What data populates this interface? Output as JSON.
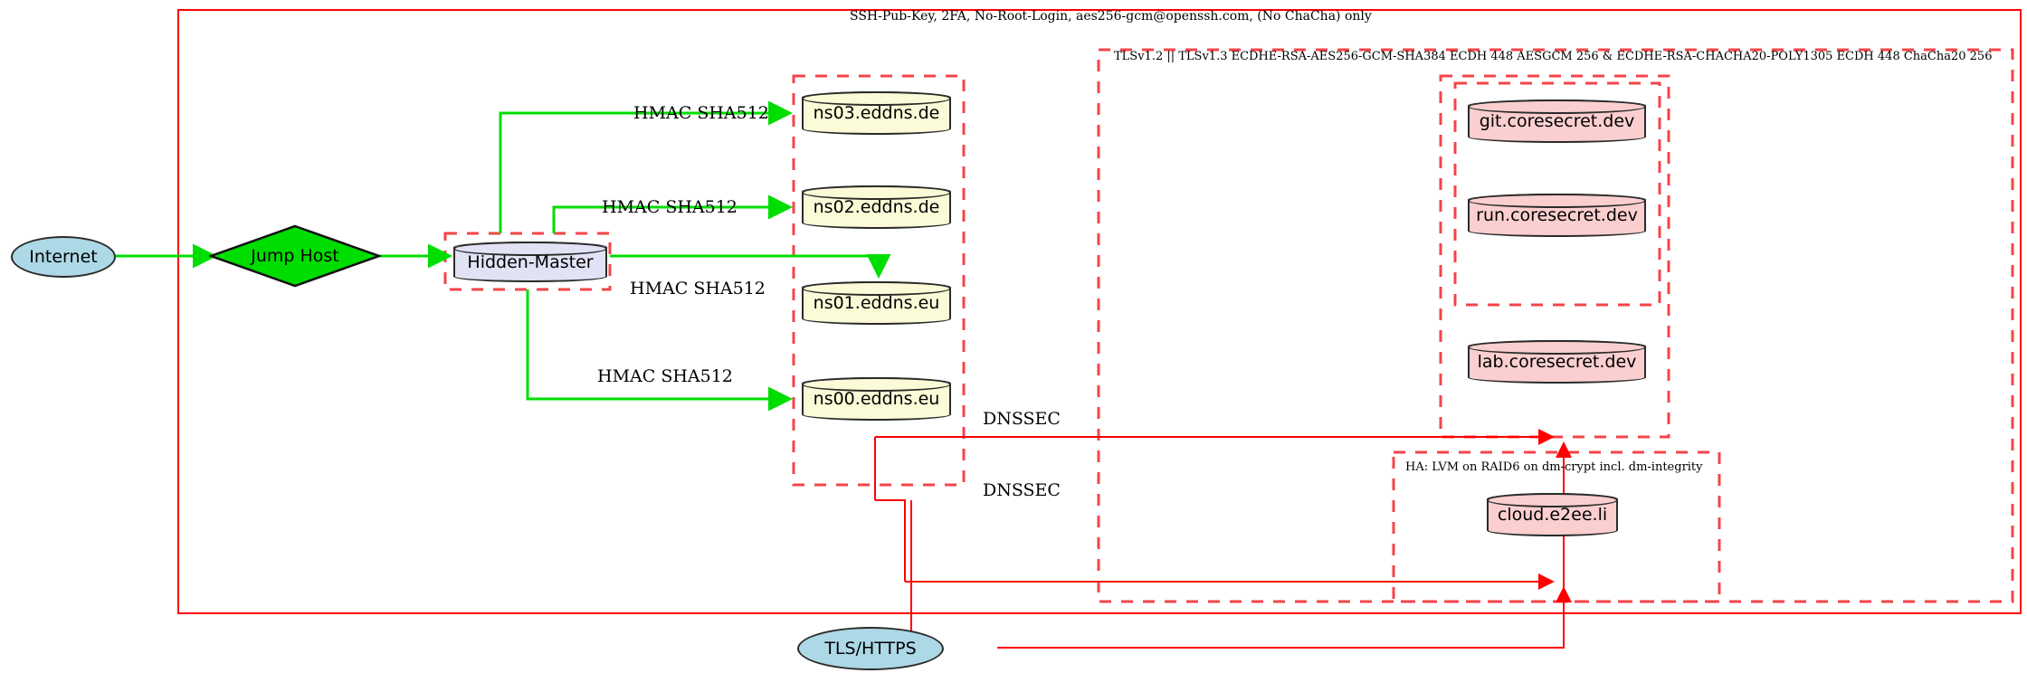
{
  "diagram": {
    "title_top": "SSH-Pub-Key, 2FA, No-Root-Login, aes256-gcm@openssh.com, (No ChaCha) only",
    "tls_label": "TLSv1.2 || TLSv1.3 ECDHE-RSA-AES256-GCM-SHA384 ECDH 448 AESGCM 256 & ECDHE-RSA-CHACHA20-POLY1305 ECDH 448 ChaCha20 256",
    "ha_label": "HA: LVM on RAID6 on dm-crypt incl. dm-integrity"
  },
  "nodes": {
    "internet": "Internet",
    "jump_host": "Jump Host",
    "hidden_master": "Hidden-Master",
    "tls_https": "TLS/HTTPS",
    "dns": [
      "ns03.eddns.de",
      "ns02.eddns.de",
      "ns01.eddns.eu",
      "ns00.eddns.eu"
    ],
    "services": [
      "git.coresecret.dev",
      "run.coresecret.dev",
      "lab.coresecret.dev"
    ],
    "cloud": "cloud.e2ee.li"
  },
  "edge_labels": {
    "hmac": [
      "HMAC SHA512",
      "HMAC SHA512",
      "HMAC SHA512",
      "HMAC SHA512"
    ],
    "dnssec": [
      "DNSSEC",
      "DNSSEC"
    ]
  },
  "colors": {
    "frame_red": "#ff0000",
    "dashed_red": "#f4444a",
    "edge_green": "#00dd00",
    "node_green": "#00dd00",
    "node_blue": "#add8e6",
    "node_cream": "#fbfbd8",
    "node_lavender": "#e2e2f5",
    "node_pink": "#fbcfcf",
    "stroke_dark": "#2b2b2b"
  }
}
